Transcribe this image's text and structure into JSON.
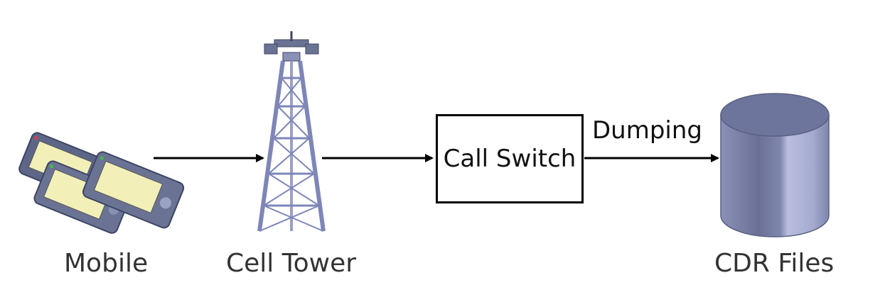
{
  "nodes": {
    "mobile": {
      "label": "Mobile",
      "icon": "mobile-devices-icon"
    },
    "tower": {
      "label": "Cell Tower",
      "icon": "cell-tower-icon"
    },
    "switch": {
      "label": "Call Switch"
    },
    "cdr": {
      "label": "CDR Files",
      "icon": "database-cylinder-icon"
    }
  },
  "edges": [
    {
      "from": "mobile",
      "to": "tower",
      "label": ""
    },
    {
      "from": "tower",
      "to": "switch",
      "label": ""
    },
    {
      "from": "switch",
      "to": "cdr",
      "label": "Dumping"
    }
  ],
  "colors": {
    "device_body": "#6b7394",
    "device_screen": "#f2f0b8",
    "tower": "#7e86b8",
    "cylinder": "#7f86ad",
    "cylinder_highlight": "#b9bee0",
    "arrow": "#000000"
  }
}
